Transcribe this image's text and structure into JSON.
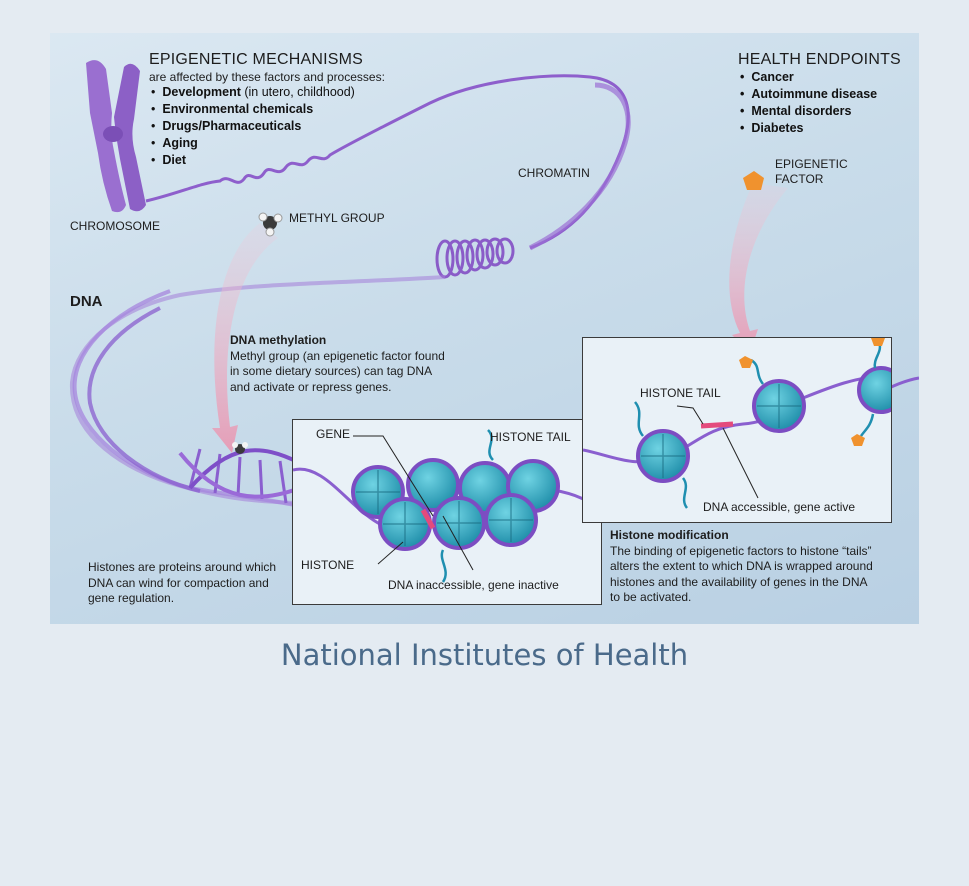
{
  "mechanisms": {
    "title": "EPIGENETIC MECHANISMS",
    "subtitle": "are affected by these factors and processes:",
    "items": [
      {
        "bold": "Development",
        "rest": " (in utero, childhood)"
      },
      {
        "bold": "Environmental chemicals",
        "rest": ""
      },
      {
        "bold": "Drugs/Pharmaceuticals",
        "rest": ""
      },
      {
        "bold": "Aging",
        "rest": ""
      },
      {
        "bold": "Diet",
        "rest": ""
      }
    ]
  },
  "endpoints": {
    "title": "HEALTH ENDPOINTS",
    "items": [
      "Cancer",
      "Autoimmune disease",
      "Mental disorders",
      "Diabetes"
    ]
  },
  "labels": {
    "chromosome": "CHROMOSOME",
    "chromatin": "CHROMATIN",
    "methyl_group": "METHYL GROUP",
    "epigenetic_factor_line1": "EPIGENETIC",
    "epigenetic_factor_line2": "FACTOR",
    "dna": "DNA",
    "gene": "GENE",
    "histone_tail_left": "HISTONE TAIL",
    "histone_tail_right": "HISTONE TAIL",
    "histone": "HISTONE",
    "dna_inaccessible": "DNA inaccessible, gene inactive",
    "dna_accessible": "DNA accessible, gene active"
  },
  "methylation": {
    "title": "DNA methylation",
    "lines": [
      "Methyl group (an epigenetic factor found",
      "in some dietary sources) can tag DNA",
      "and activate or repress genes."
    ]
  },
  "histones_note": {
    "lines": [
      "Histones are proteins around which",
      "DNA can wind for compaction and",
      "gene regulation."
    ]
  },
  "histone_modification": {
    "title": "Histone modification",
    "lines": [
      "The binding of epigenetic factors to histone “tails”",
      "alters the extent to which DNA is wrapped around",
      "histones and the availability of genes in the DNA",
      "to be activated."
    ]
  },
  "caption": "National Institutes of Health",
  "colors": {
    "chromatin": "#9b6fd4",
    "histone": "#27a6bf",
    "background": "#e4ebf2",
    "caption": "#4a6a8a",
    "factor": "#f0922e"
  }
}
